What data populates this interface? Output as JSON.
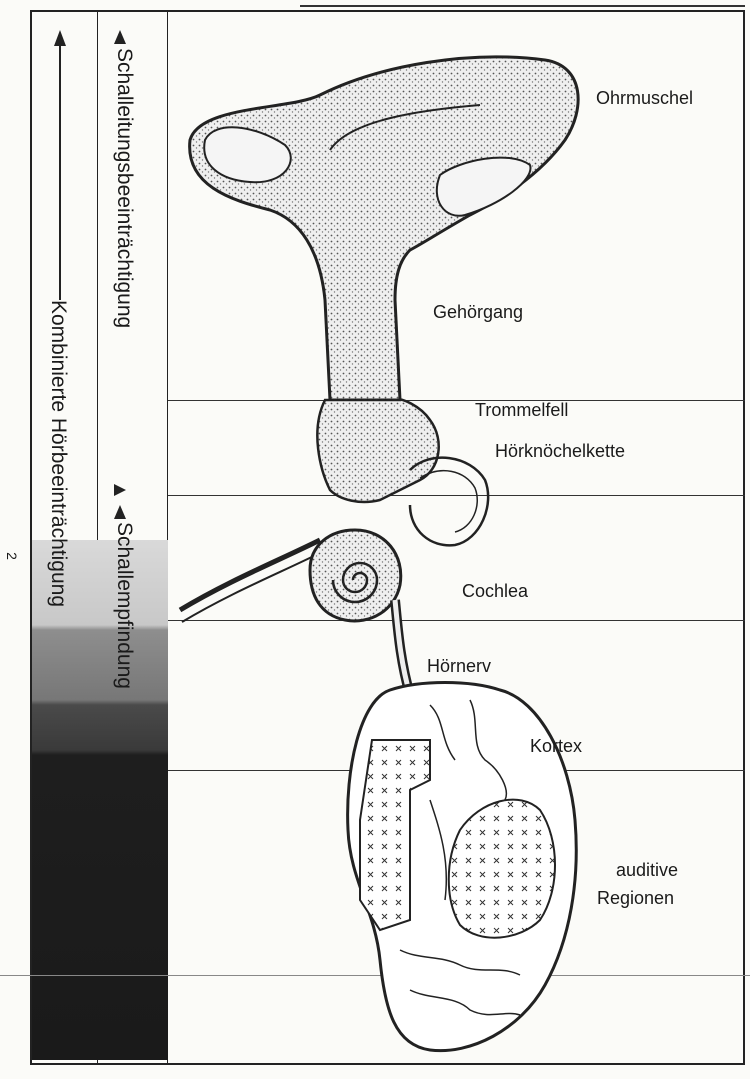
{
  "vertical_labels": {
    "combined": "Kombinierte Hörbeeinträchtigung",
    "conduction": "Schalleitungsbeeinträchtigung",
    "perception": "Schallempfindung"
  },
  "anatomy_labels": {
    "ohrmuschel": "Ohrmuschel",
    "gehoergang": "Gehörgang",
    "trommelfell": "Trommelfell",
    "hoerknoechelkette": "Hörknöchelkette",
    "cochlea": "Cochlea",
    "hoernerv": "Hörnerv",
    "kortex": "Kortex",
    "auditive_regionen_1": "auditive",
    "auditive_regionen_2": "Regionen"
  },
  "page_mark": "2"
}
